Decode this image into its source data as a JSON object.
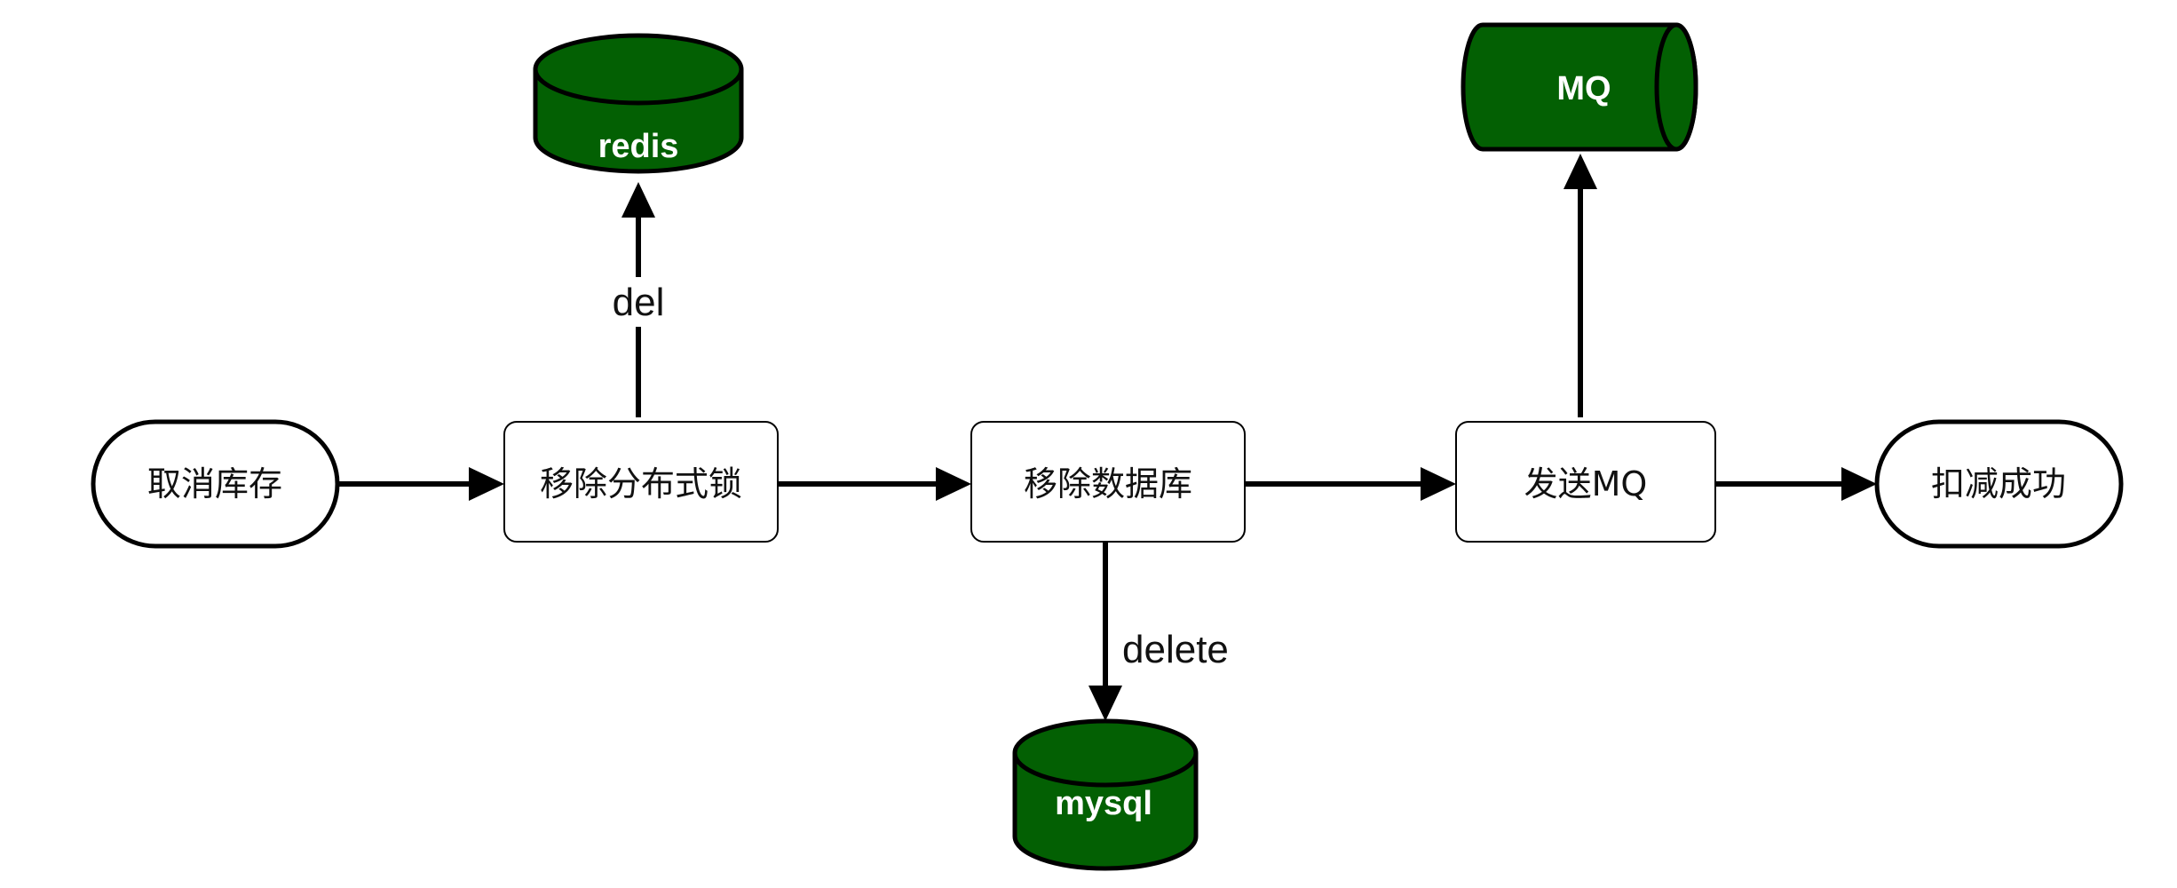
{
  "diagram": {
    "nodes": {
      "start": {
        "label": "取消库存",
        "shape": "terminator"
      },
      "remove_lock": {
        "label": "移除分布式锁",
        "shape": "process"
      },
      "remove_db": {
        "label": "移除数据库",
        "shape": "process"
      },
      "send_mq": {
        "label": "发送MQ",
        "shape": "process"
      },
      "end": {
        "label": "扣减成功",
        "shape": "terminator"
      },
      "redis": {
        "label": "redis",
        "shape": "database"
      },
      "mysql": {
        "label": "mysql",
        "shape": "database"
      },
      "mq": {
        "label": "MQ",
        "shape": "queue"
      }
    },
    "edges": {
      "del": {
        "label": "del",
        "from": "移除分布式锁",
        "to": "redis"
      },
      "delete": {
        "label": "delete",
        "from": "移除数据库",
        "to": "mysql"
      }
    },
    "colors": {
      "storage_fill": "#036003",
      "stroke": "#000000",
      "node_fill": "#ffffff",
      "storage_text": "#ffffff"
    }
  }
}
